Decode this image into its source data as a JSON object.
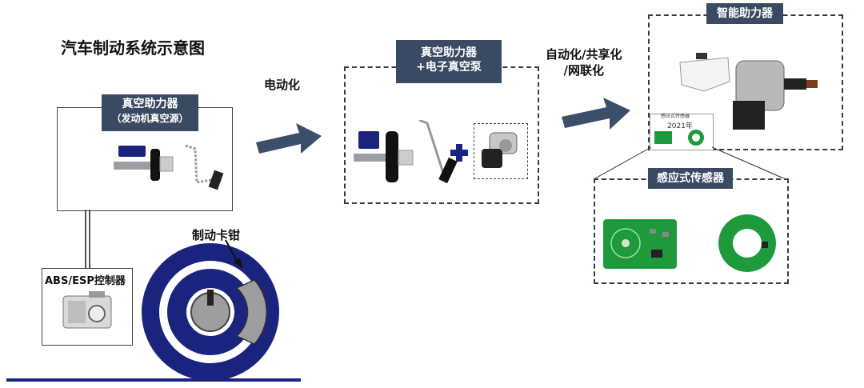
{
  "title": "汽车制动系统示意图",
  "stage1": {
    "label_line1": "真空助力器",
    "label_line2": "（发动机真空源）"
  },
  "abs": {
    "label": "ABS/ESP控制器"
  },
  "caliper": {
    "label": "制动卡钳"
  },
  "transition1": {
    "label": "电动化"
  },
  "stage2": {
    "label_line1": "真空助力器",
    "label_line2": "+电子真空泵"
  },
  "transition2": {
    "label_line1": "自动化/共享化",
    "label_line2": "/网联化"
  },
  "stage3": {
    "label": "智能助力器",
    "inset_caption": "感应式传感器",
    "inset_year": "2021年"
  },
  "sensor_zoom": {
    "label": "感应式传感器"
  },
  "colors": {
    "navy": "#1a237e",
    "tag": "#3a4a63",
    "arrow": "#3b4f6b",
    "pcb": "#1e9a3c"
  }
}
